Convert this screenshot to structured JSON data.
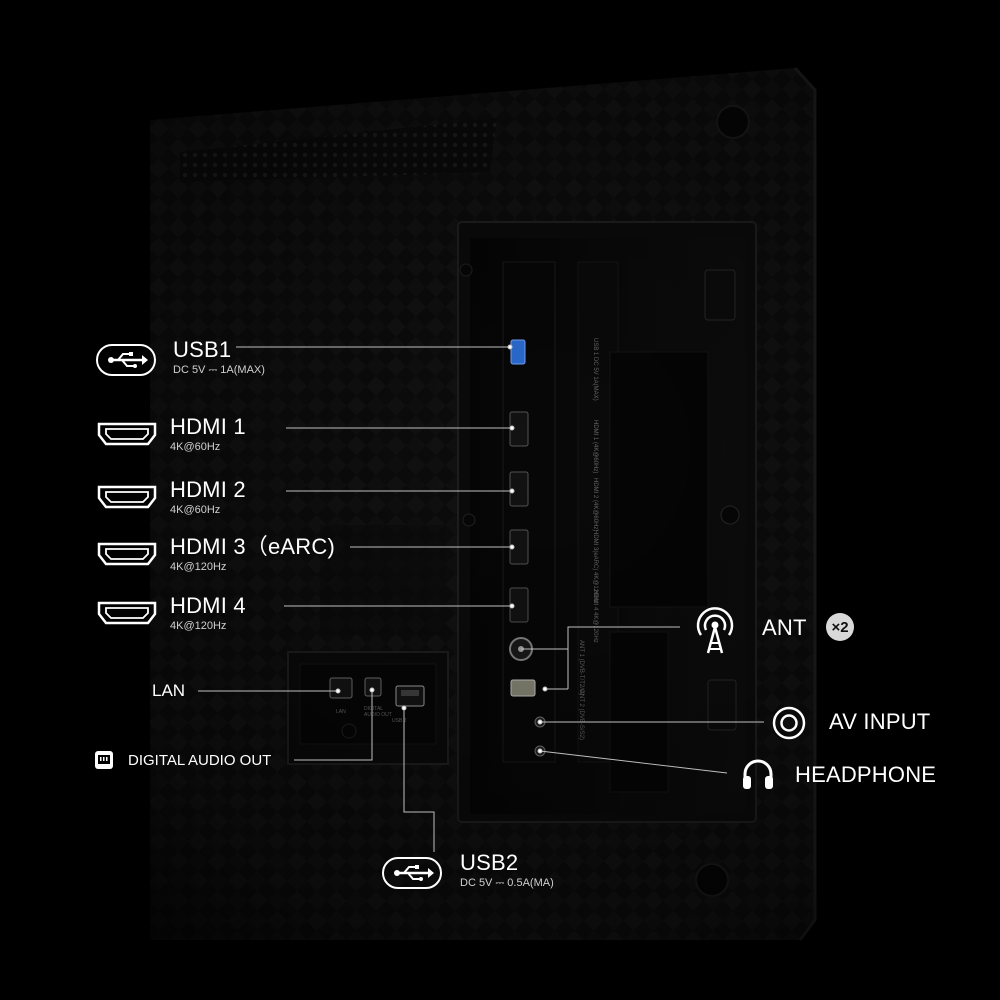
{
  "labels": {
    "usb1": {
      "title": "USB1",
      "sub": "DC 5V ⎓ 1A(MAX)"
    },
    "hdmi1": {
      "title": "HDMI 1",
      "sub": "4K@60Hz"
    },
    "hdmi2": {
      "title": "HDMI 2",
      "sub": "4K@60Hz"
    },
    "hdmi3": {
      "title": "HDMI 3（eARC)",
      "sub": "4K@120Hz"
    },
    "hdmi4": {
      "title": "HDMI 4",
      "sub": "4K@120Hz"
    },
    "lan": {
      "title": "LAN"
    },
    "digital_audio": {
      "title": "DIGITAL AUDIO OUT"
    },
    "usb2": {
      "title": "USB2",
      "sub": "DC 5V ⎓ 0.5A(MA)"
    },
    "ant": {
      "title": "ANT",
      "badge": "×2"
    },
    "av": {
      "title": "AV INPUT"
    },
    "headphone": {
      "title": "HEADPHONE"
    }
  },
  "panel_print": {
    "usb": "USB 1\nDC 5V ⎓ 1A(MAX)",
    "hdmi_side": "HDMI 1 (4K@60Hz)   HDMI 2 (4K@60Hz)",
    "hdmi3": "HDMI 3(eARC)\n4K@120Hz",
    "hdmi4": "HDMI 4\n4K@120Hz",
    "ant1": "ANT 1\n(DVB-T/T2/C)",
    "ant2": "ANT 2\n(DVB-S/S2)\n13/18V 400mA",
    "av": "AV IN",
    "lan": "LAN",
    "optical": "DIGITAL\nAUDIO OUT",
    "usb2": "USB 2\nDC 5V 0.5A(MAX)"
  },
  "colors": {
    "background": "#000000",
    "text": "#ffffff",
    "line": "#bfbfbf",
    "usb_port_blue": "#2c6fd6"
  }
}
